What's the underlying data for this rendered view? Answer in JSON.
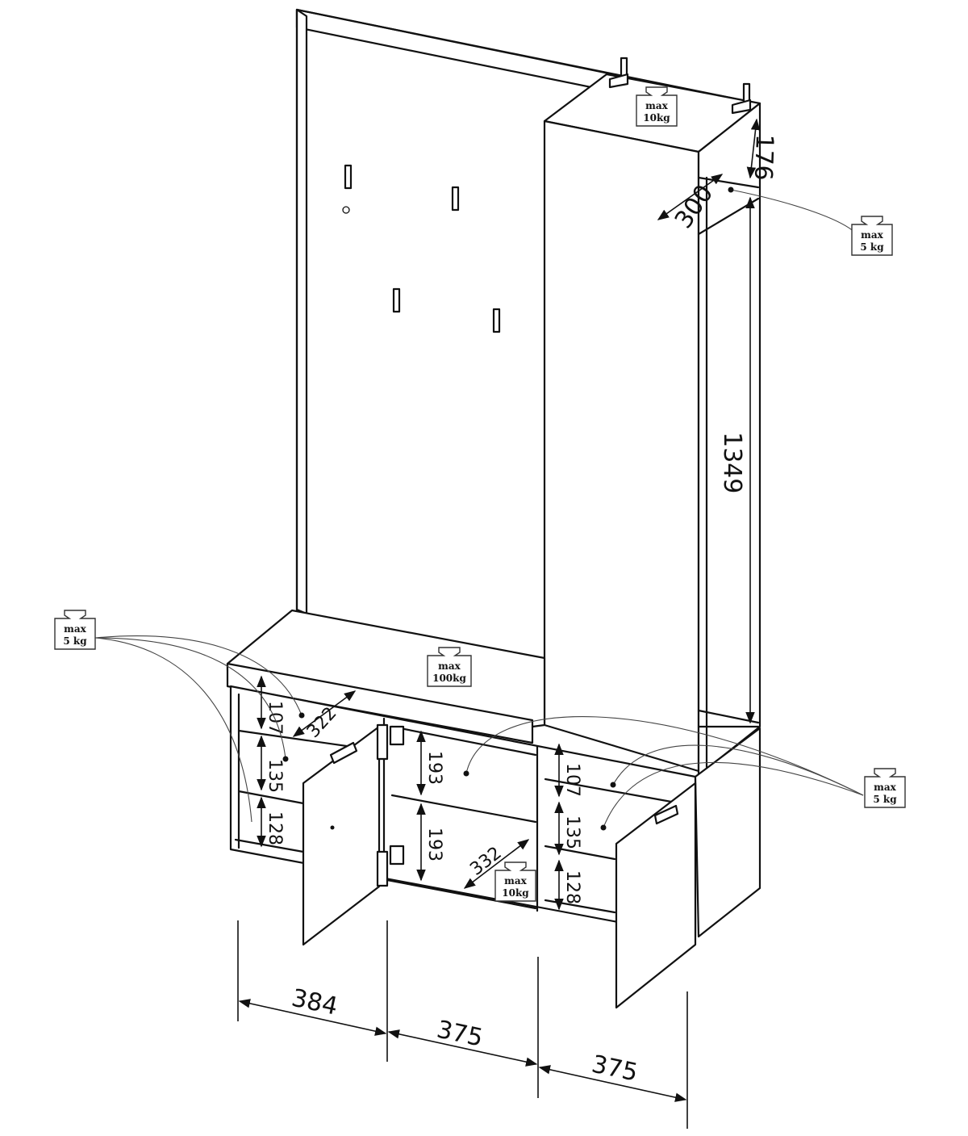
{
  "dimensions": {
    "top_depth": "176",
    "top_width": "300",
    "wardrobe_height": "1349",
    "left_shelf_1": "107",
    "left_shelf_2": "135",
    "left_shelf_3": "128",
    "left_depth": "322",
    "middle_shelf_1": "193",
    "middle_shelf_2": "193",
    "middle_depth": "332",
    "right_shelf_1": "107",
    "right_shelf_2": "135",
    "right_shelf_3": "128",
    "width_left": "384",
    "width_middle": "375",
    "width_right": "375"
  },
  "weights": {
    "top": {
      "label": "max",
      "value": "10kg"
    },
    "wardrobe_rail": {
      "label": "max",
      "value": "5 kg"
    },
    "left_shelves": {
      "label": "max",
      "value": "5 kg"
    },
    "bench": {
      "label": "max",
      "value": "100kg"
    },
    "right_shelves": {
      "label": "max",
      "value": "5 kg"
    },
    "middle_shelf": {
      "label": "max",
      "value": "10kg"
    }
  },
  "colors": {
    "line": "#111111",
    "background": "#ffffff"
  },
  "icons": [
    "weight-icon",
    "coat-hook-icon",
    "hinge-icon",
    "handle-icon",
    "wall-bracket-icon"
  ]
}
